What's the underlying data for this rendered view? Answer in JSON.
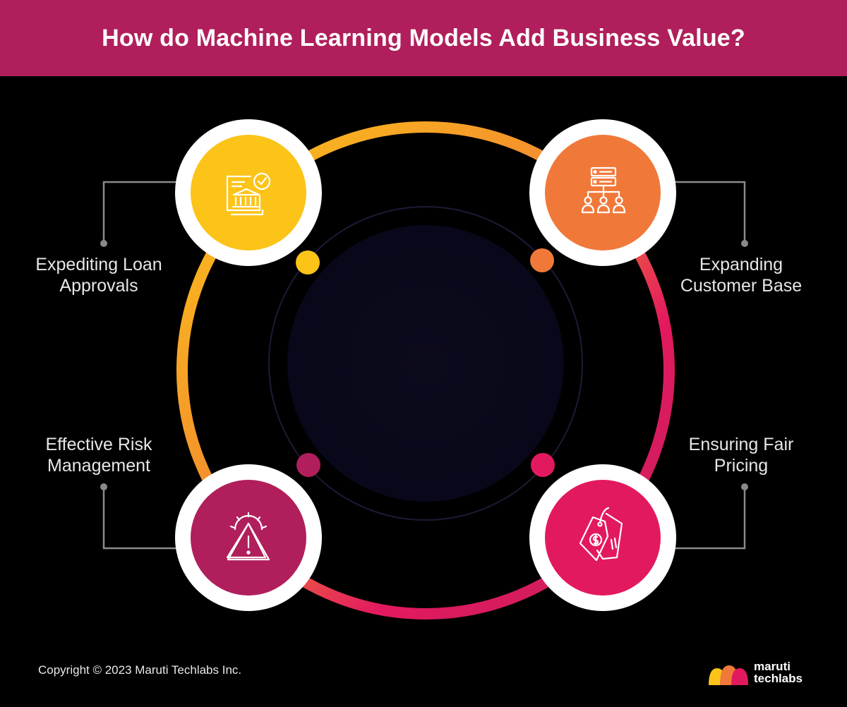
{
  "title": "How do Machine Learning Models Add Business Value?",
  "items": [
    {
      "label_line1": "Expediting Loan",
      "label_line2": "Approvals",
      "icon": "bank-approval-icon",
      "color": "#fcc419"
    },
    {
      "label_line1": "Expanding",
      "label_line2": "Customer Base",
      "icon": "customer-network-icon",
      "color": "#f0793a"
    },
    {
      "label_line1": "Effective Risk",
      "label_line2": "Management",
      "icon": "risk-warning-icon",
      "color": "#b01f5b"
    },
    {
      "label_line1": "Ensuring Fair",
      "label_line2": "Pricing",
      "icon": "price-tag-icon",
      "color": "#e3195f"
    }
  ],
  "footer": {
    "copyright": "Copyright © 2023 Maruti Techlabs Inc."
  },
  "logo": {
    "line1": "maruti",
    "line2": "techlabs"
  },
  "colors": {
    "header": "#b01f5b",
    "ring_gradient": [
      "#fcb827",
      "#f0793a",
      "#e3195f",
      "#c21f5f"
    ],
    "background": "#000000"
  }
}
